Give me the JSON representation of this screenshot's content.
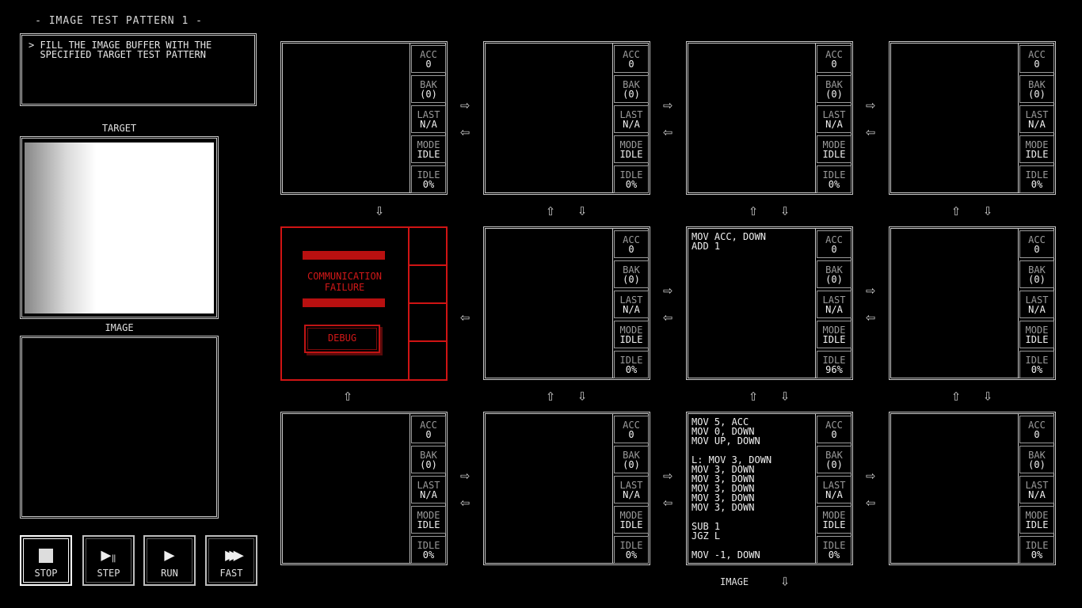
{
  "puzzle": {
    "title": "- IMAGE TEST PATTERN 1 -",
    "description": "> FILL THE IMAGE BUFFER WITH THE\n  SPECIFIED TARGET TEST PATTERN"
  },
  "left": {
    "target_label": "TARGET",
    "image_label": "IMAGE"
  },
  "controls": {
    "stop": "STOP",
    "step": "STEP",
    "run": "RUN",
    "fast": "FAST"
  },
  "reg_names": {
    "acc": "ACC",
    "bak": "BAK",
    "last": "LAST",
    "mode": "MODE",
    "idle": "IDLE"
  },
  "nodes": [
    {
      "code": "",
      "acc": "0",
      "bak": "(0)",
      "last": "N/A",
      "mode": "IDLE",
      "idle": "0%"
    },
    {
      "code": "",
      "acc": "0",
      "bak": "(0)",
      "last": "N/A",
      "mode": "IDLE",
      "idle": "0%"
    },
    {
      "code": "",
      "acc": "0",
      "bak": "(0)",
      "last": "N/A",
      "mode": "IDLE",
      "idle": "0%"
    },
    {
      "code": "",
      "acc": "0",
      "bak": "(0)",
      "last": "N/A",
      "mode": "IDLE",
      "idle": "0%"
    },
    {
      "code": "",
      "acc": "0",
      "bak": "(0)",
      "last": "N/A",
      "mode": "IDLE",
      "idle": "0%"
    },
    {
      "code": "MOV ACC, DOWN\nADD 1",
      "acc": "0",
      "bak": "(0)",
      "last": "N/A",
      "mode": "IDLE",
      "idle": "96%"
    },
    {
      "code": "",
      "acc": "0",
      "bak": "(0)",
      "last": "N/A",
      "mode": "IDLE",
      "idle": "0%"
    },
    {
      "code": "",
      "acc": "0",
      "bak": "(0)",
      "last": "N/A",
      "mode": "IDLE",
      "idle": "0%"
    },
    {
      "code": "",
      "acc": "0",
      "bak": "(0)",
      "last": "N/A",
      "mode": "IDLE",
      "idle": "0%"
    },
    {
      "code": "MOV 5, ACC\nMOV 0, DOWN\nMOV UP, DOWN\n\nL: MOV 3, DOWN\nMOV 3, DOWN\nMOV 3, DOWN\nMOV 3, DOWN\nMOV 3, DOWN\nMOV 3, DOWN\n\nSUB 1\nJGZ L\n\nMOV -1, DOWN",
      "acc": "0",
      "bak": "(0)",
      "last": "N/A",
      "mode": "IDLE",
      "idle": "0%"
    },
    {
      "code": "",
      "acc": "0",
      "bak": "(0)",
      "last": "N/A",
      "mode": "IDLE",
      "idle": "0%"
    }
  ],
  "corrupted": {
    "message": "COMMUNICATION\nFAILURE",
    "debug": "DEBUG"
  },
  "output": {
    "label": "IMAGE"
  },
  "icons": {
    "right": "⇨",
    "left": "⇦",
    "up": "⇧",
    "down": "⇩"
  }
}
